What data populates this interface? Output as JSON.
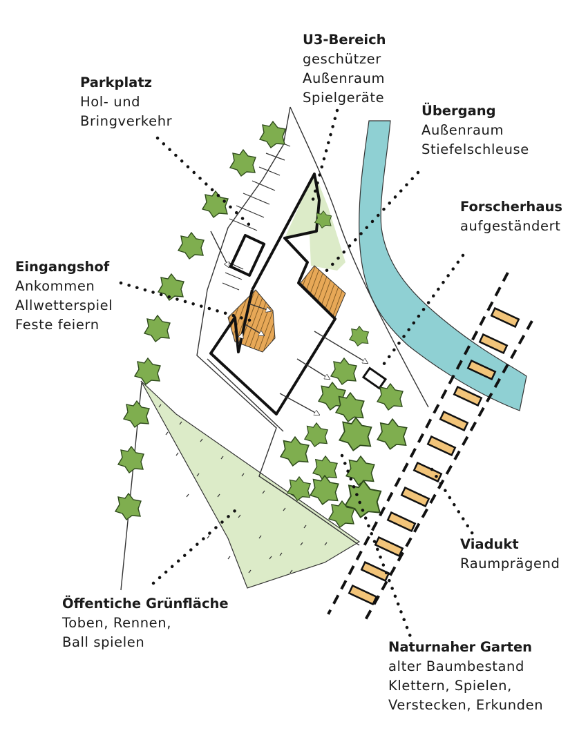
{
  "labels": {
    "u3": {
      "title": "U3-Bereich",
      "lines": [
        "geschützer",
        "Außenraum",
        "Spielgeräte"
      ]
    },
    "parkplatz": {
      "title": "Parkplatz",
      "lines": [
        "Hol- und",
        "Bringverkehr"
      ]
    },
    "uebergang": {
      "title": "Übergang",
      "lines": [
        "Außenraum",
        "Stiefelschleuse"
      ]
    },
    "forscherhaus": {
      "title": "Forscherhaus",
      "lines": [
        "aufgeständert"
      ]
    },
    "eingangshof": {
      "title": "Eingangshof",
      "lines": [
        "Ankommen",
        "Allwetterspiel",
        "Feste feiern"
      ]
    },
    "viadukt": {
      "title": "Viadukt",
      "lines": [
        "Raumprägend"
      ]
    },
    "gruenflaeche": {
      "title": "Öffentiche Grünfläche",
      "lines": [
        "Toben, Rennen,",
        "Ball spielen"
      ]
    },
    "garten": {
      "title": "Naturnaher Garten",
      "lines": [
        "alter Baumbestand",
        "Klettern, Spielen,",
        "Verstecken, Erkunden"
      ]
    }
  },
  "colors": {
    "ink": "#1a1a1a",
    "grass": "#dcebc8",
    "tree": "#7fae4f",
    "tree_stroke": "#2e4a1c",
    "river": "#8fd0d3",
    "orange": "#e7a857",
    "viaduct_pier": "#f2c479"
  }
}
